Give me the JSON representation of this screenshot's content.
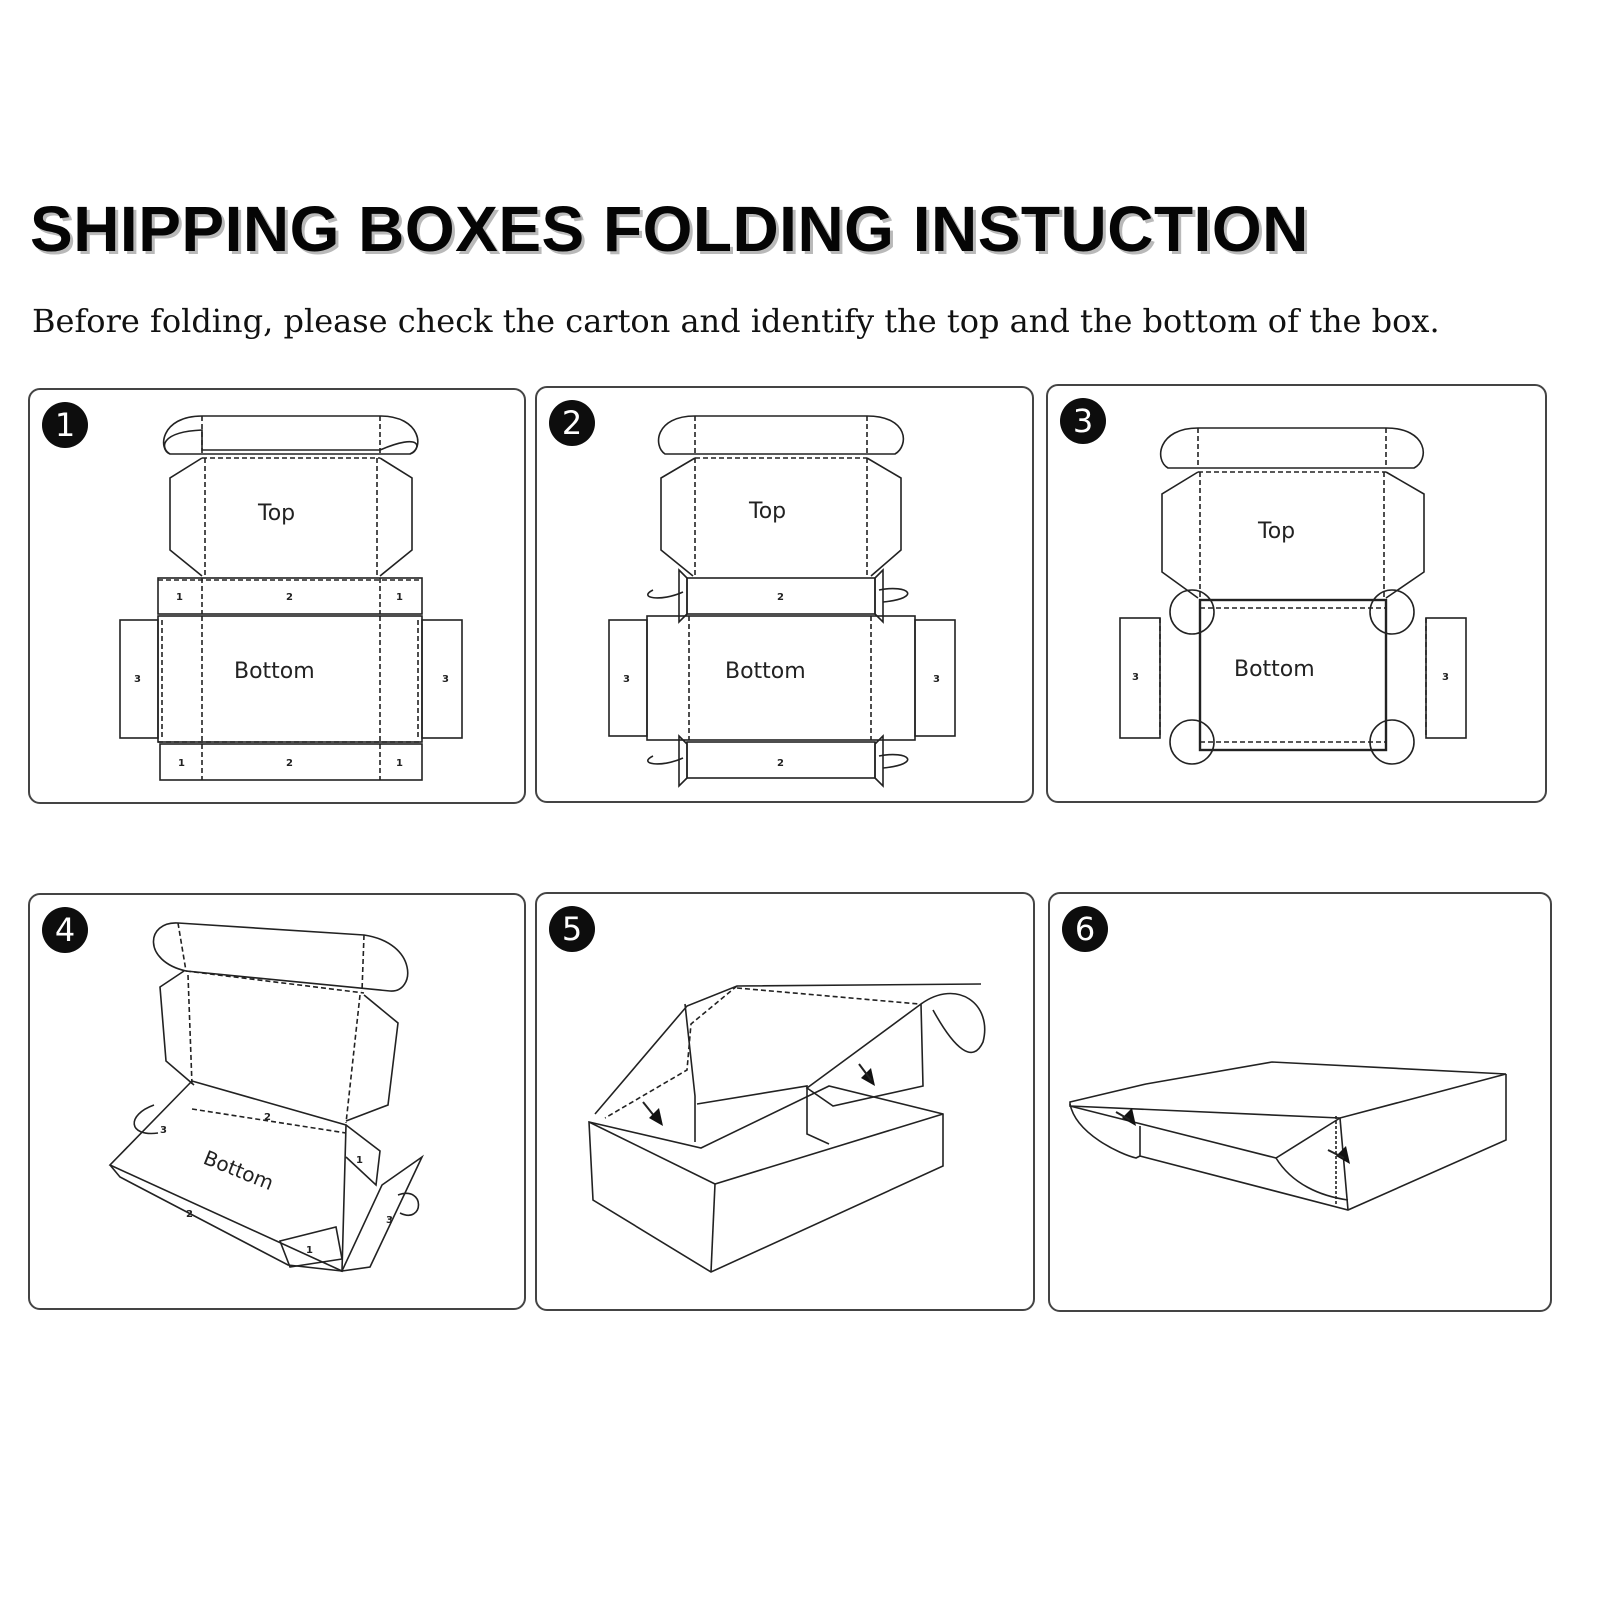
{
  "header": {
    "title": "SHIPPING BOXES FOLDING INSTUCTION",
    "subtitle": "Before folding, please check the carton and identify the top and the bottom of the box."
  },
  "steps": [
    {
      "number": "1",
      "top_label": "Top",
      "bottom_label": "Bottom"
    },
    {
      "number": "2",
      "top_label": "Top",
      "bottom_label": "Bottom"
    },
    {
      "number": "3",
      "top_label": "Top",
      "bottom_label": "Bottom"
    },
    {
      "number": "4",
      "bottom_label": "Bottom"
    },
    {
      "number": "5"
    },
    {
      "number": "6"
    }
  ],
  "flap_numbers": {
    "one": "1",
    "two": "2",
    "three": "3"
  }
}
